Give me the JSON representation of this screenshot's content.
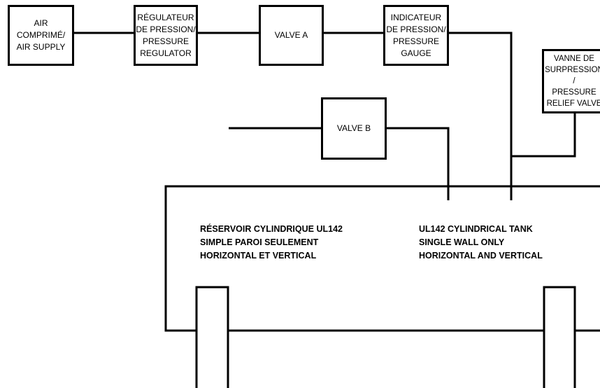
{
  "components": {
    "air_supply": "AIR\nCOMPRIMÉ/\nAIR SUPPLY",
    "pressure_regulator": "RÉGULATEUR\nDE PRESSION/\nPRESSURE\nREGULATOR",
    "valve_a": "VALVE A",
    "pressure_gauge": "INDICATEUR\nDE PRESSION/\nPRESSURE\nGAUGE",
    "pressure_relief_valve": "VANNE DE\nSURPRESSION\n/\nPRESSURE\nRELIEF VALVE",
    "valve_b": "VALVE B"
  },
  "tank": {
    "label_fr": "RÉSERVOIR CYLINDRIQUE UL142\nSIMPLE PAROI SEULEMENT\nHORIZONTAL ET VERTICAL",
    "label_en": "UL142 CYLINDRICAL TANK\nSINGLE WALL ONLY\nHORIZONTAL AND VERTICAL"
  }
}
